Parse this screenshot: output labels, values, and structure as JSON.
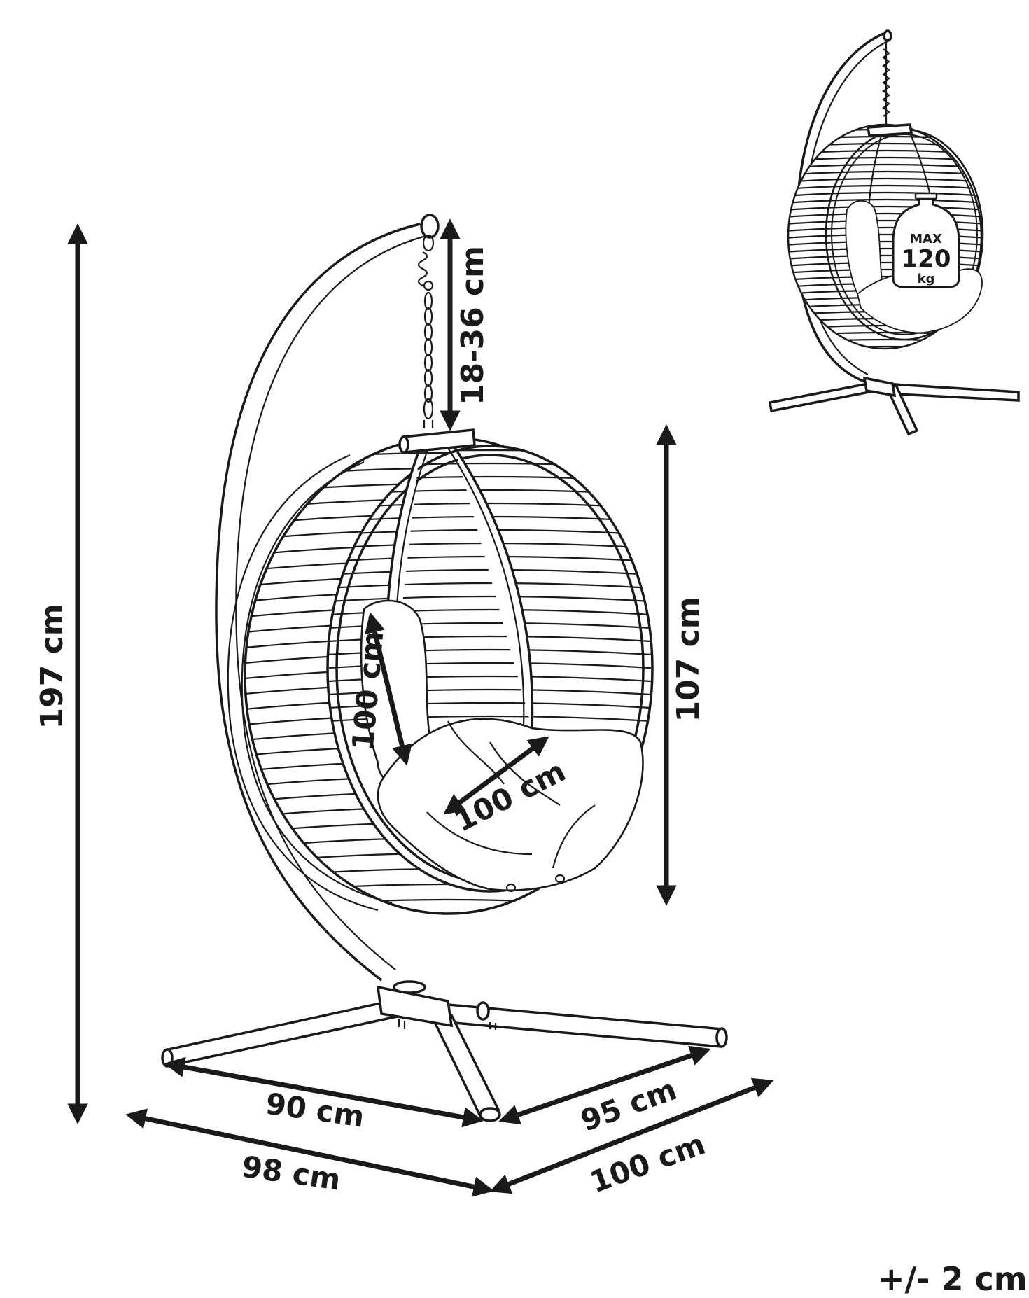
{
  "dimensions": {
    "total_height": "197 cm",
    "chain_length": "18-36 cm",
    "basket_height": "107 cm",
    "seat_back_height": "100 cm",
    "seat_depth": "100 cm",
    "base_inner_width": "90 cm",
    "base_inner_depth": "95 cm",
    "base_outer_width": "98 cm",
    "base_outer_depth": "100 cm"
  },
  "max_load": {
    "label": "MAX",
    "value": "120",
    "unit": "kg"
  },
  "tolerance": "+/- 2 cm",
  "colors": {
    "line": "#1a1a1a",
    "background": "#ffffff"
  }
}
